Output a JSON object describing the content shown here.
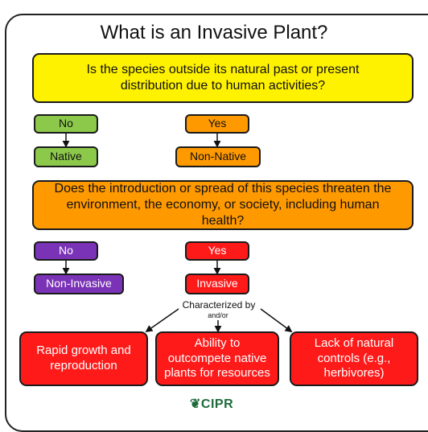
{
  "title": "What is an Invasive Plant?",
  "question_1": "Is the species outside its natural past or present distribution due to human activities?",
  "answer_no_1": "No",
  "answer_yes_1": "Yes",
  "result_native": "Native",
  "result_non_native": "Non-Native",
  "question_2": "Does the introduction or spread of this species threaten the environment, the economy, or society, including human health?",
  "answer_no_2": "No",
  "answer_yes_2": "Yes",
  "result_non_invasive": "Non-Invasive",
  "result_invasive": "Invasive",
  "characterized_by": "Characterized by",
  "and_or": "and/or",
  "trait_1": "Rapid growth and reproduction",
  "trait_2": "Ability to outcompete native plants for resources",
  "trait_3": "Lack of natural controls (e.g., herbivores)",
  "brand": "CIPR",
  "colors": {
    "yellow": "#fff200",
    "green": "#8cc94b",
    "orange": "#ff9900",
    "purple": "#7a33b7",
    "red": "#ff1a1a",
    "brand_green": "#1d6b3a"
  }
}
